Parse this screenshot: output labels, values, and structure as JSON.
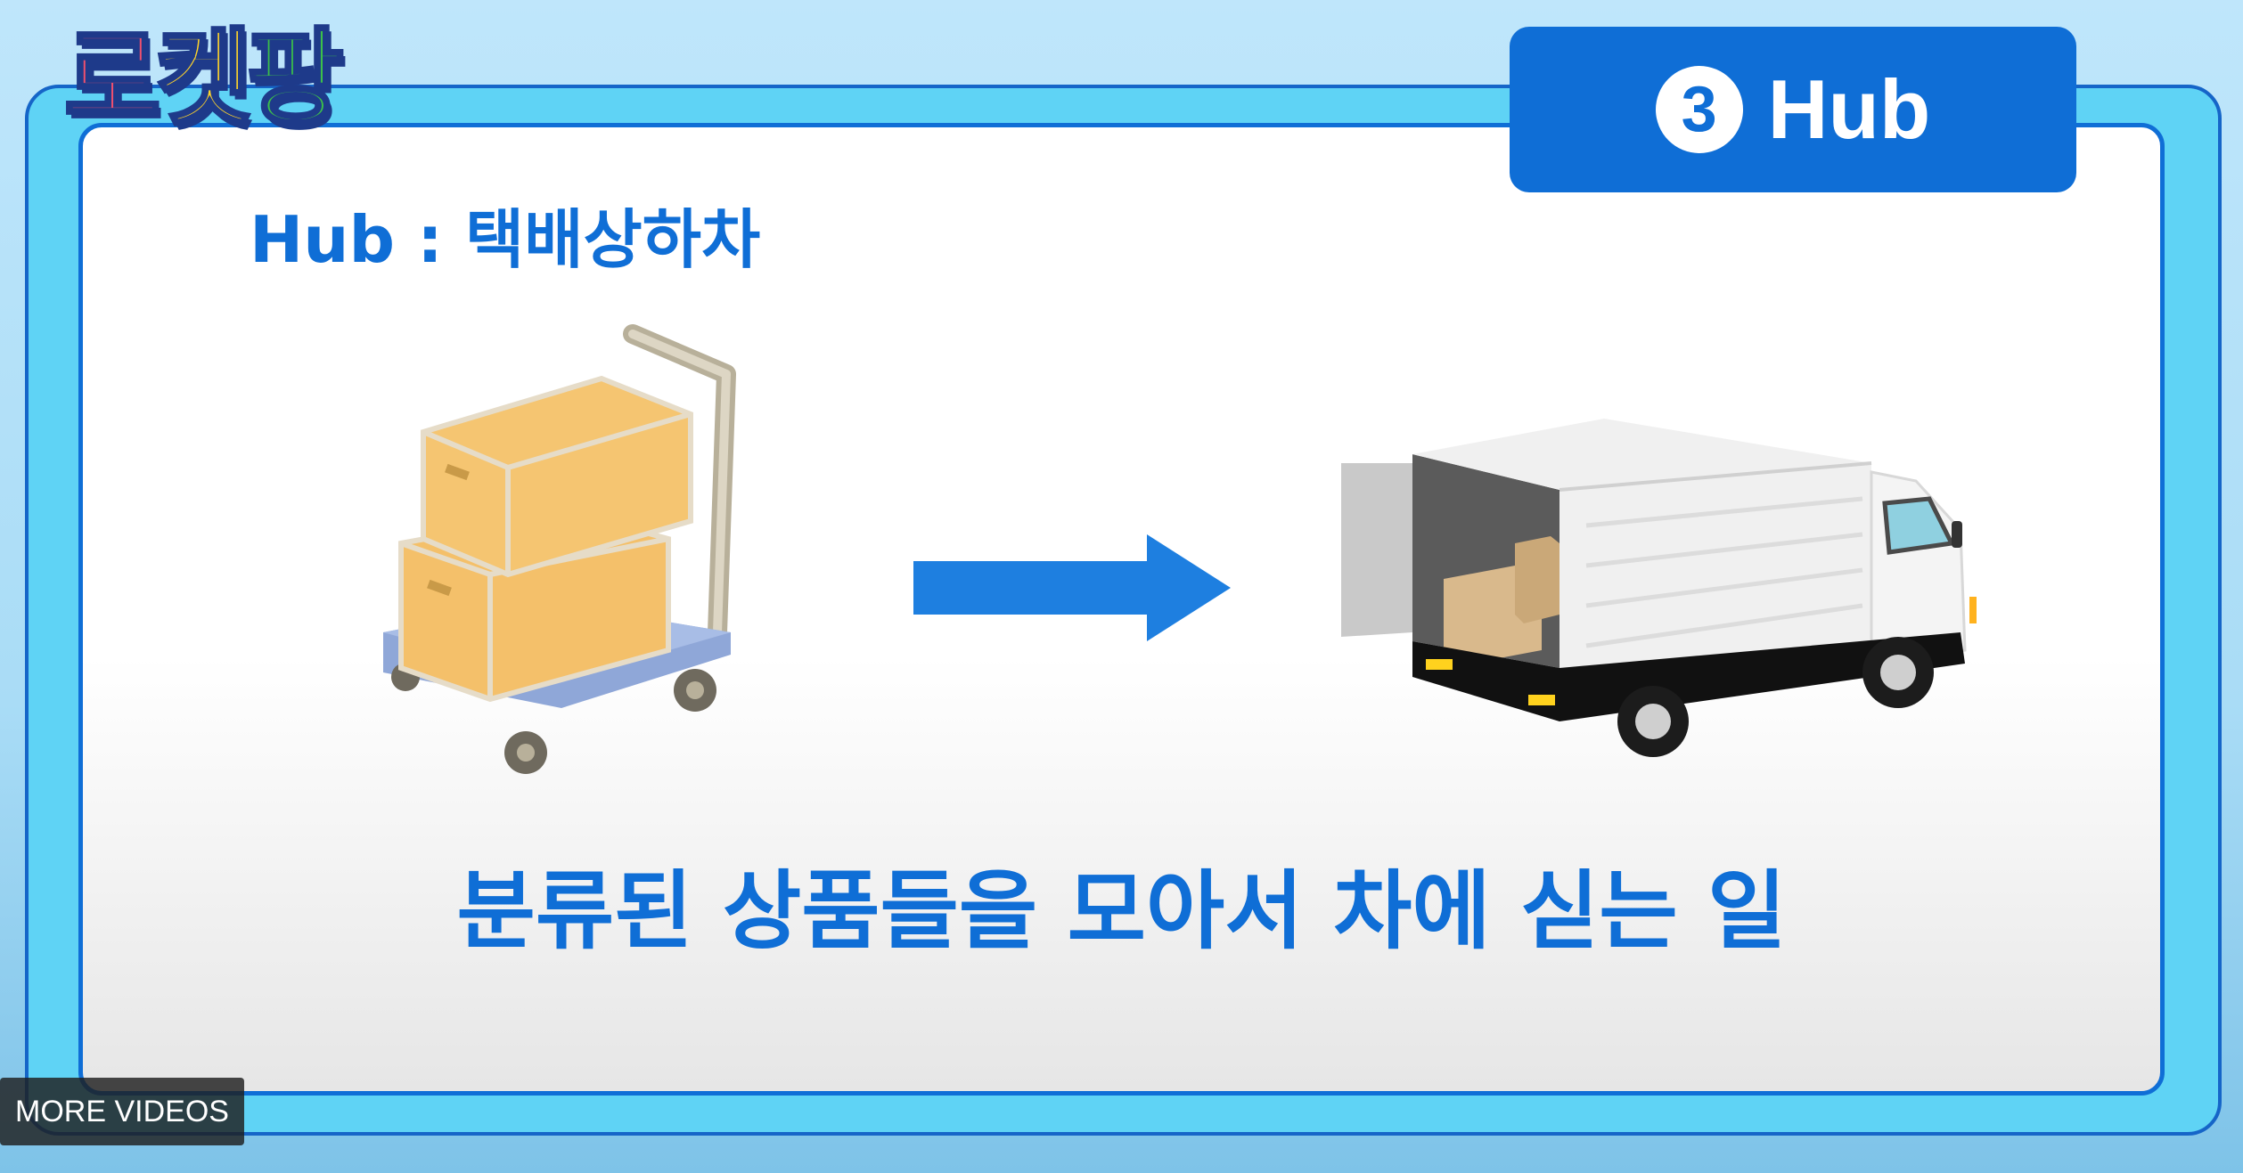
{
  "logo": {
    "chars": [
      "로",
      "켓",
      "팡"
    ]
  },
  "badge": {
    "number": "3",
    "label": "Hub"
  },
  "heading": "Hub : 택배상하차",
  "caption": "분류된 상품들을 모아서 차에 싣는 일",
  "overlay": {
    "more_videos": "MORE VIDEOS"
  },
  "colors": {
    "brand_blue": "#0f6ed6",
    "frame_cyan": "#5fd3f5",
    "box": "#f4c06a"
  },
  "icons": [
    "cart-with-boxes-icon",
    "arrow-right-icon",
    "delivery-truck-icon"
  ]
}
